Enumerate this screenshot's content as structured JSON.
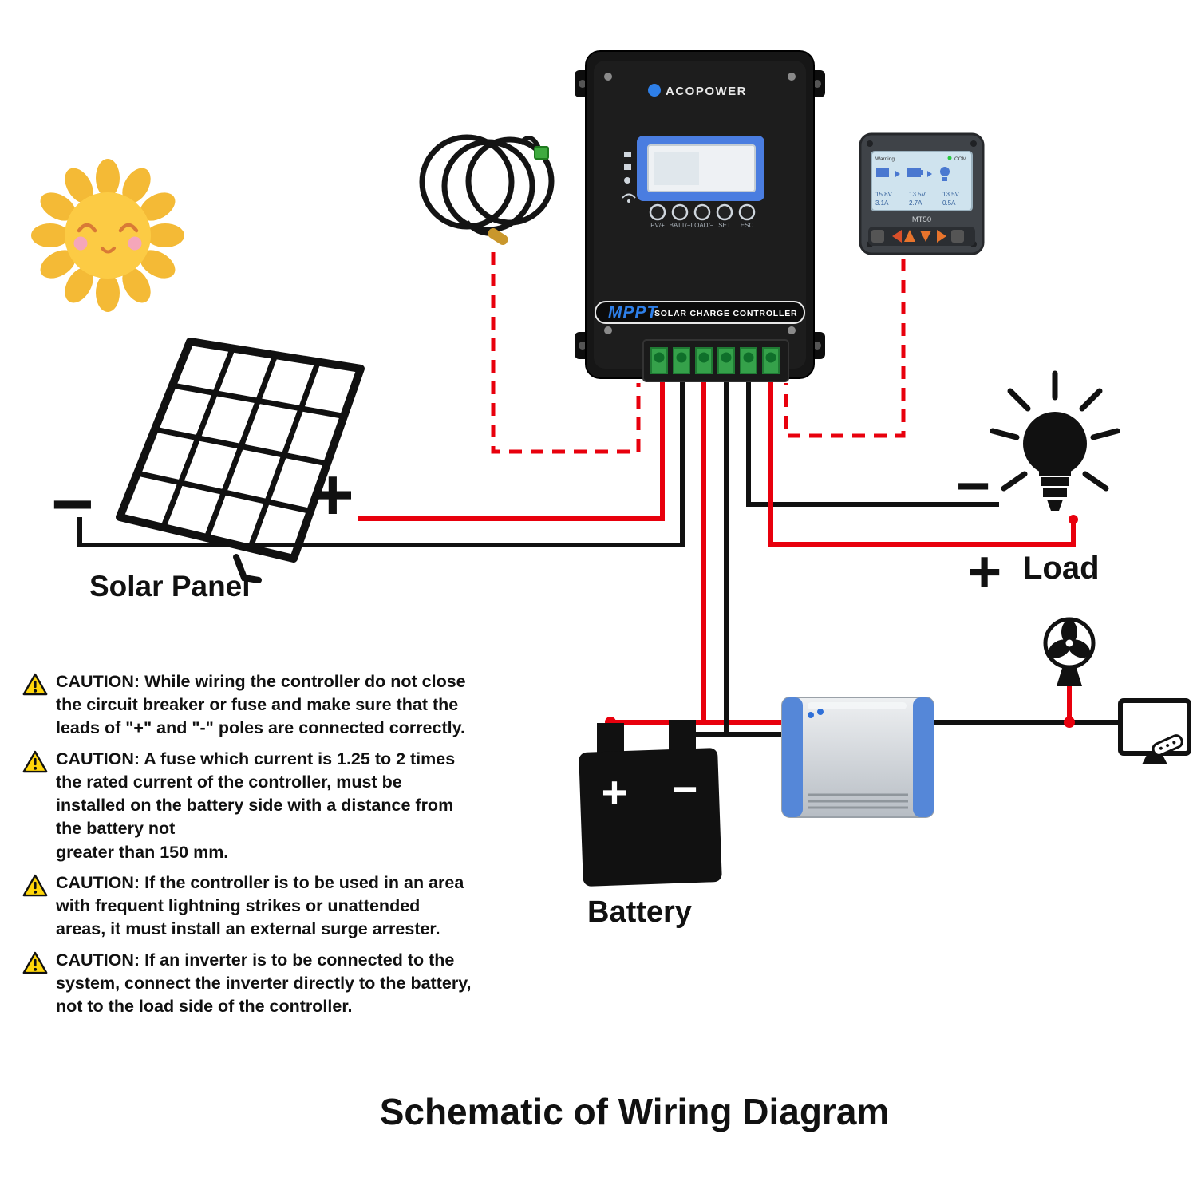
{
  "title": "Schematic of Wiring Diagram",
  "solar_panel": {
    "label": "Solar Panel",
    "minus": "−",
    "plus": "+"
  },
  "load": {
    "label": "Load",
    "minus": "−",
    "plus": "+"
  },
  "battery": {
    "label": "Battery",
    "plus": "+",
    "minus": "−"
  },
  "controller": {
    "brand": "ACOPOWER",
    "mppt": "MPPT",
    "banner": "SOLAR CHARGE CONTROLLER",
    "buttons": [
      "PV/+",
      "BATT/−",
      "LOAD/−",
      "SET",
      "ESC"
    ]
  },
  "remote_meter": {
    "model": "MT50",
    "warning_label": "Warning",
    "com_label": "COM",
    "readings": [
      {
        "volts": "15.8V",
        "amps": "3.1A"
      },
      {
        "volts": "13.5V",
        "amps": "2.7A"
      },
      {
        "volts": "13.5V",
        "amps": "0.5A"
      }
    ]
  },
  "cautions": [
    " CAUTION: While wiring the controller do not close\nthe   circuit breaker or fuse and make sure that the\nleads of \"+\" and \"-\" poles are connected correctly.",
    "CAUTION: A fuse which current is 1.25 to 2 times\nthe rated current of the controller, must be\ninstalled on the battery side with a distance from\nthe battery not\ngreater than 150 mm.",
    "CAUTION: If the controller is to be used in an area\nwith frequent lightning strikes or unattended\nareas, it must install an external surge arrester.",
    "CAUTION: If an inverter is to be connected to the\nsystem, connect the inverter directly to the battery,\nnot to the load side of the controller."
  ],
  "colors": {
    "wire_red": "#e8000d",
    "wire_black": "#111111",
    "controller_blue": "#2e7fe8",
    "terminal_green": "#35a14a",
    "warning_yellow": "#ffd60a",
    "sun_yellow": "#f6bf3c"
  }
}
